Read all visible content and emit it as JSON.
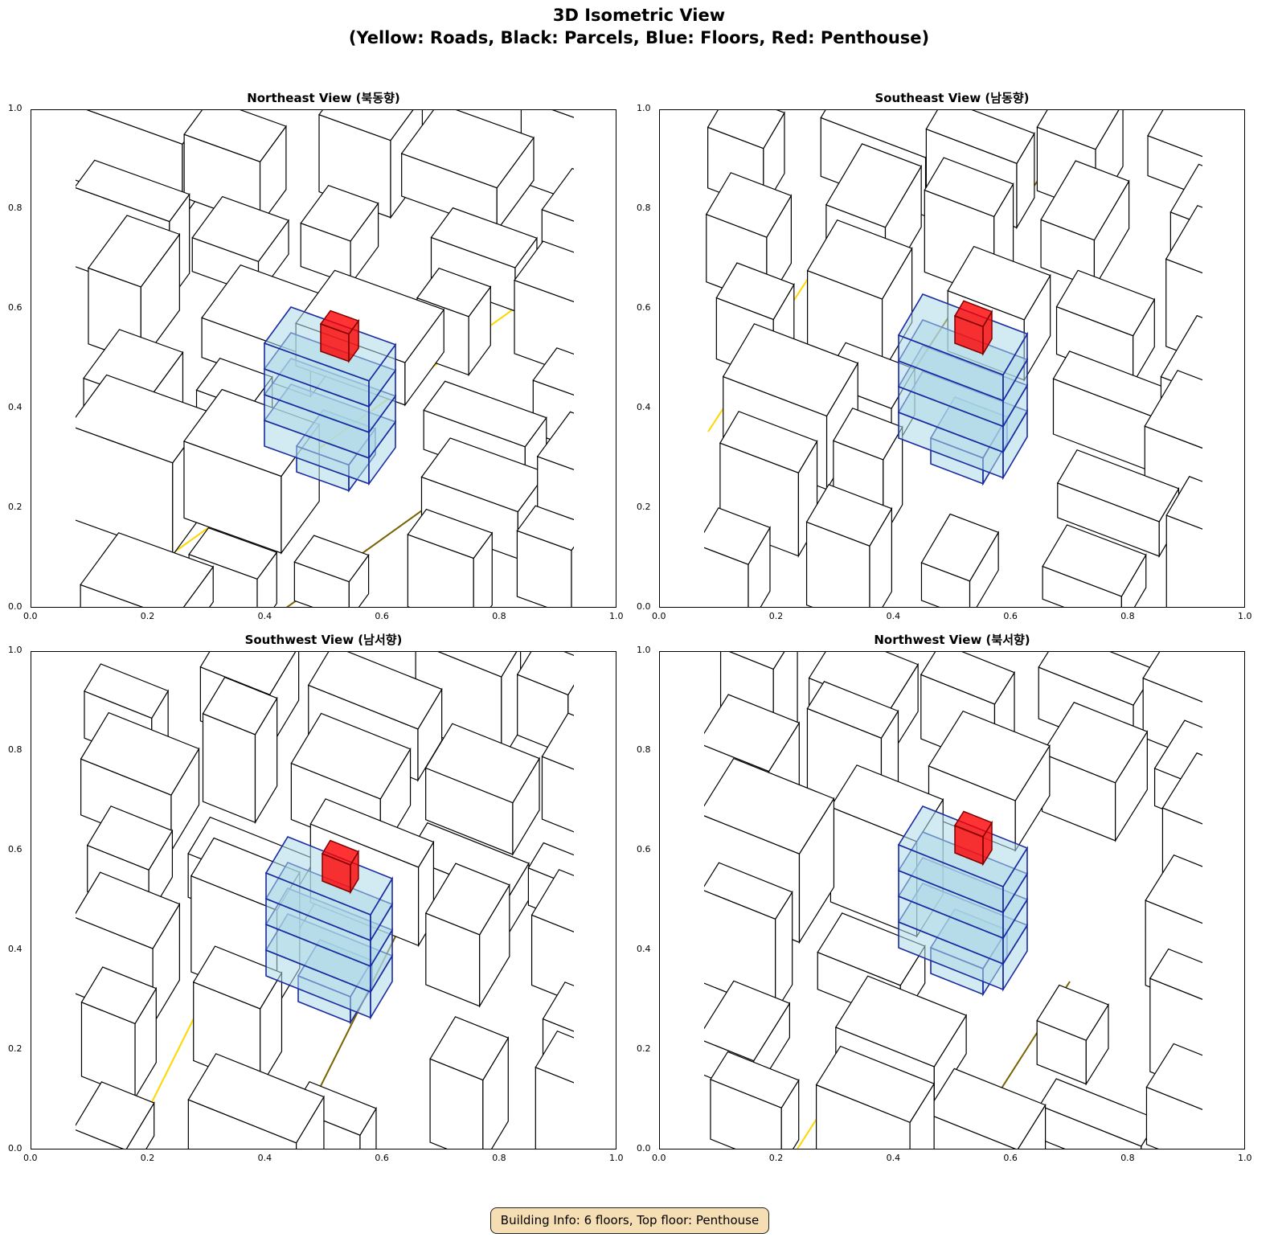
{
  "figure": {
    "title_line1": "3D Isometric View",
    "title_line2": "(Yellow: Roads, Black: Parcels, Blue: Floors, Red: Penthouse)"
  },
  "panels": [
    {
      "title": "Northeast View (북동향)"
    },
    {
      "title": "Southeast View (남동향)"
    },
    {
      "title": "Southwest View (남서향)"
    },
    {
      "title": "Northwest View (북서향)"
    }
  ],
  "axis_ticks": {
    "x": [
      "0.0",
      "0.2",
      "0.4",
      "0.6",
      "0.8",
      "1.0"
    ],
    "y": [
      "0.0",
      "0.2",
      "0.4",
      "0.6",
      "0.8",
      "1.0"
    ]
  },
  "info_box": "Building Info: 6 floors, Top floor: Penthouse",
  "colors": {
    "road": "#ffd700",
    "road_edge": "#7a6200",
    "parcel": "#000000",
    "floor_fill": "#add8e6",
    "floor_edge": "#1a2aa0",
    "penthouse": "#ff0000"
  },
  "building": {
    "floors": 6,
    "top_floor": "Penthouse"
  }
}
